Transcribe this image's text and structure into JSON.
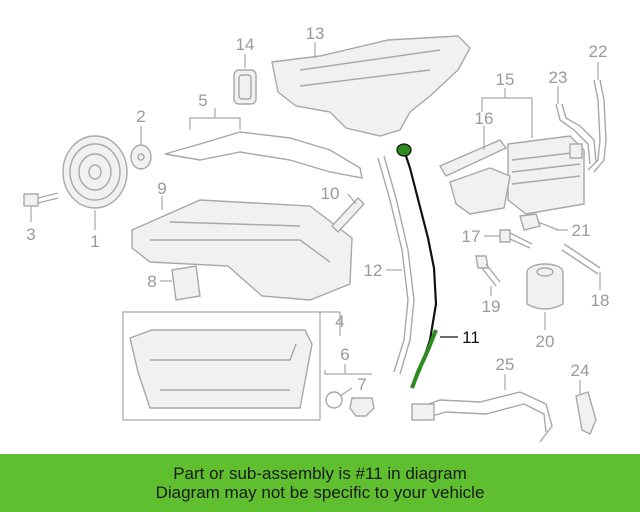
{
  "diagram": {
    "callouts": [
      "1",
      "2",
      "3",
      "4",
      "5",
      "6",
      "7",
      "8",
      "9",
      "10",
      "11",
      "12",
      "13",
      "14",
      "15",
      "16",
      "17",
      "18",
      "19",
      "20",
      "21",
      "22",
      "23",
      "24",
      "25"
    ],
    "highlighted_part": "11",
    "highlight_color": "#2e8b1f"
  },
  "banner": {
    "line1": "Part or sub-assembly is #11 in diagram",
    "line2": "Diagram may not be specific to your vehicle",
    "background": "#5fbf2e"
  }
}
